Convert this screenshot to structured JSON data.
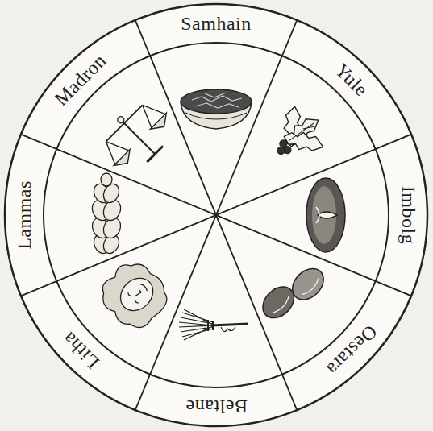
{
  "diagram": {
    "nodes": [
      {
        "text": [
          "Samhain"
        ]
      },
      {
        "text": [
          "Yule"
        ]
      },
      {
        "text": [
          "Imbolg"
        ]
      },
      {
        "text": [
          "Oestara"
        ]
      },
      {
        "text": [
          "Beltane"
        ]
      },
      {
        "text": [
          "Litha"
        ]
      },
      {
        "text": [
          "Lammas"
        ]
      },
      {
        "text": [
          "Madron"
        ]
      }
    ]
  }
}
